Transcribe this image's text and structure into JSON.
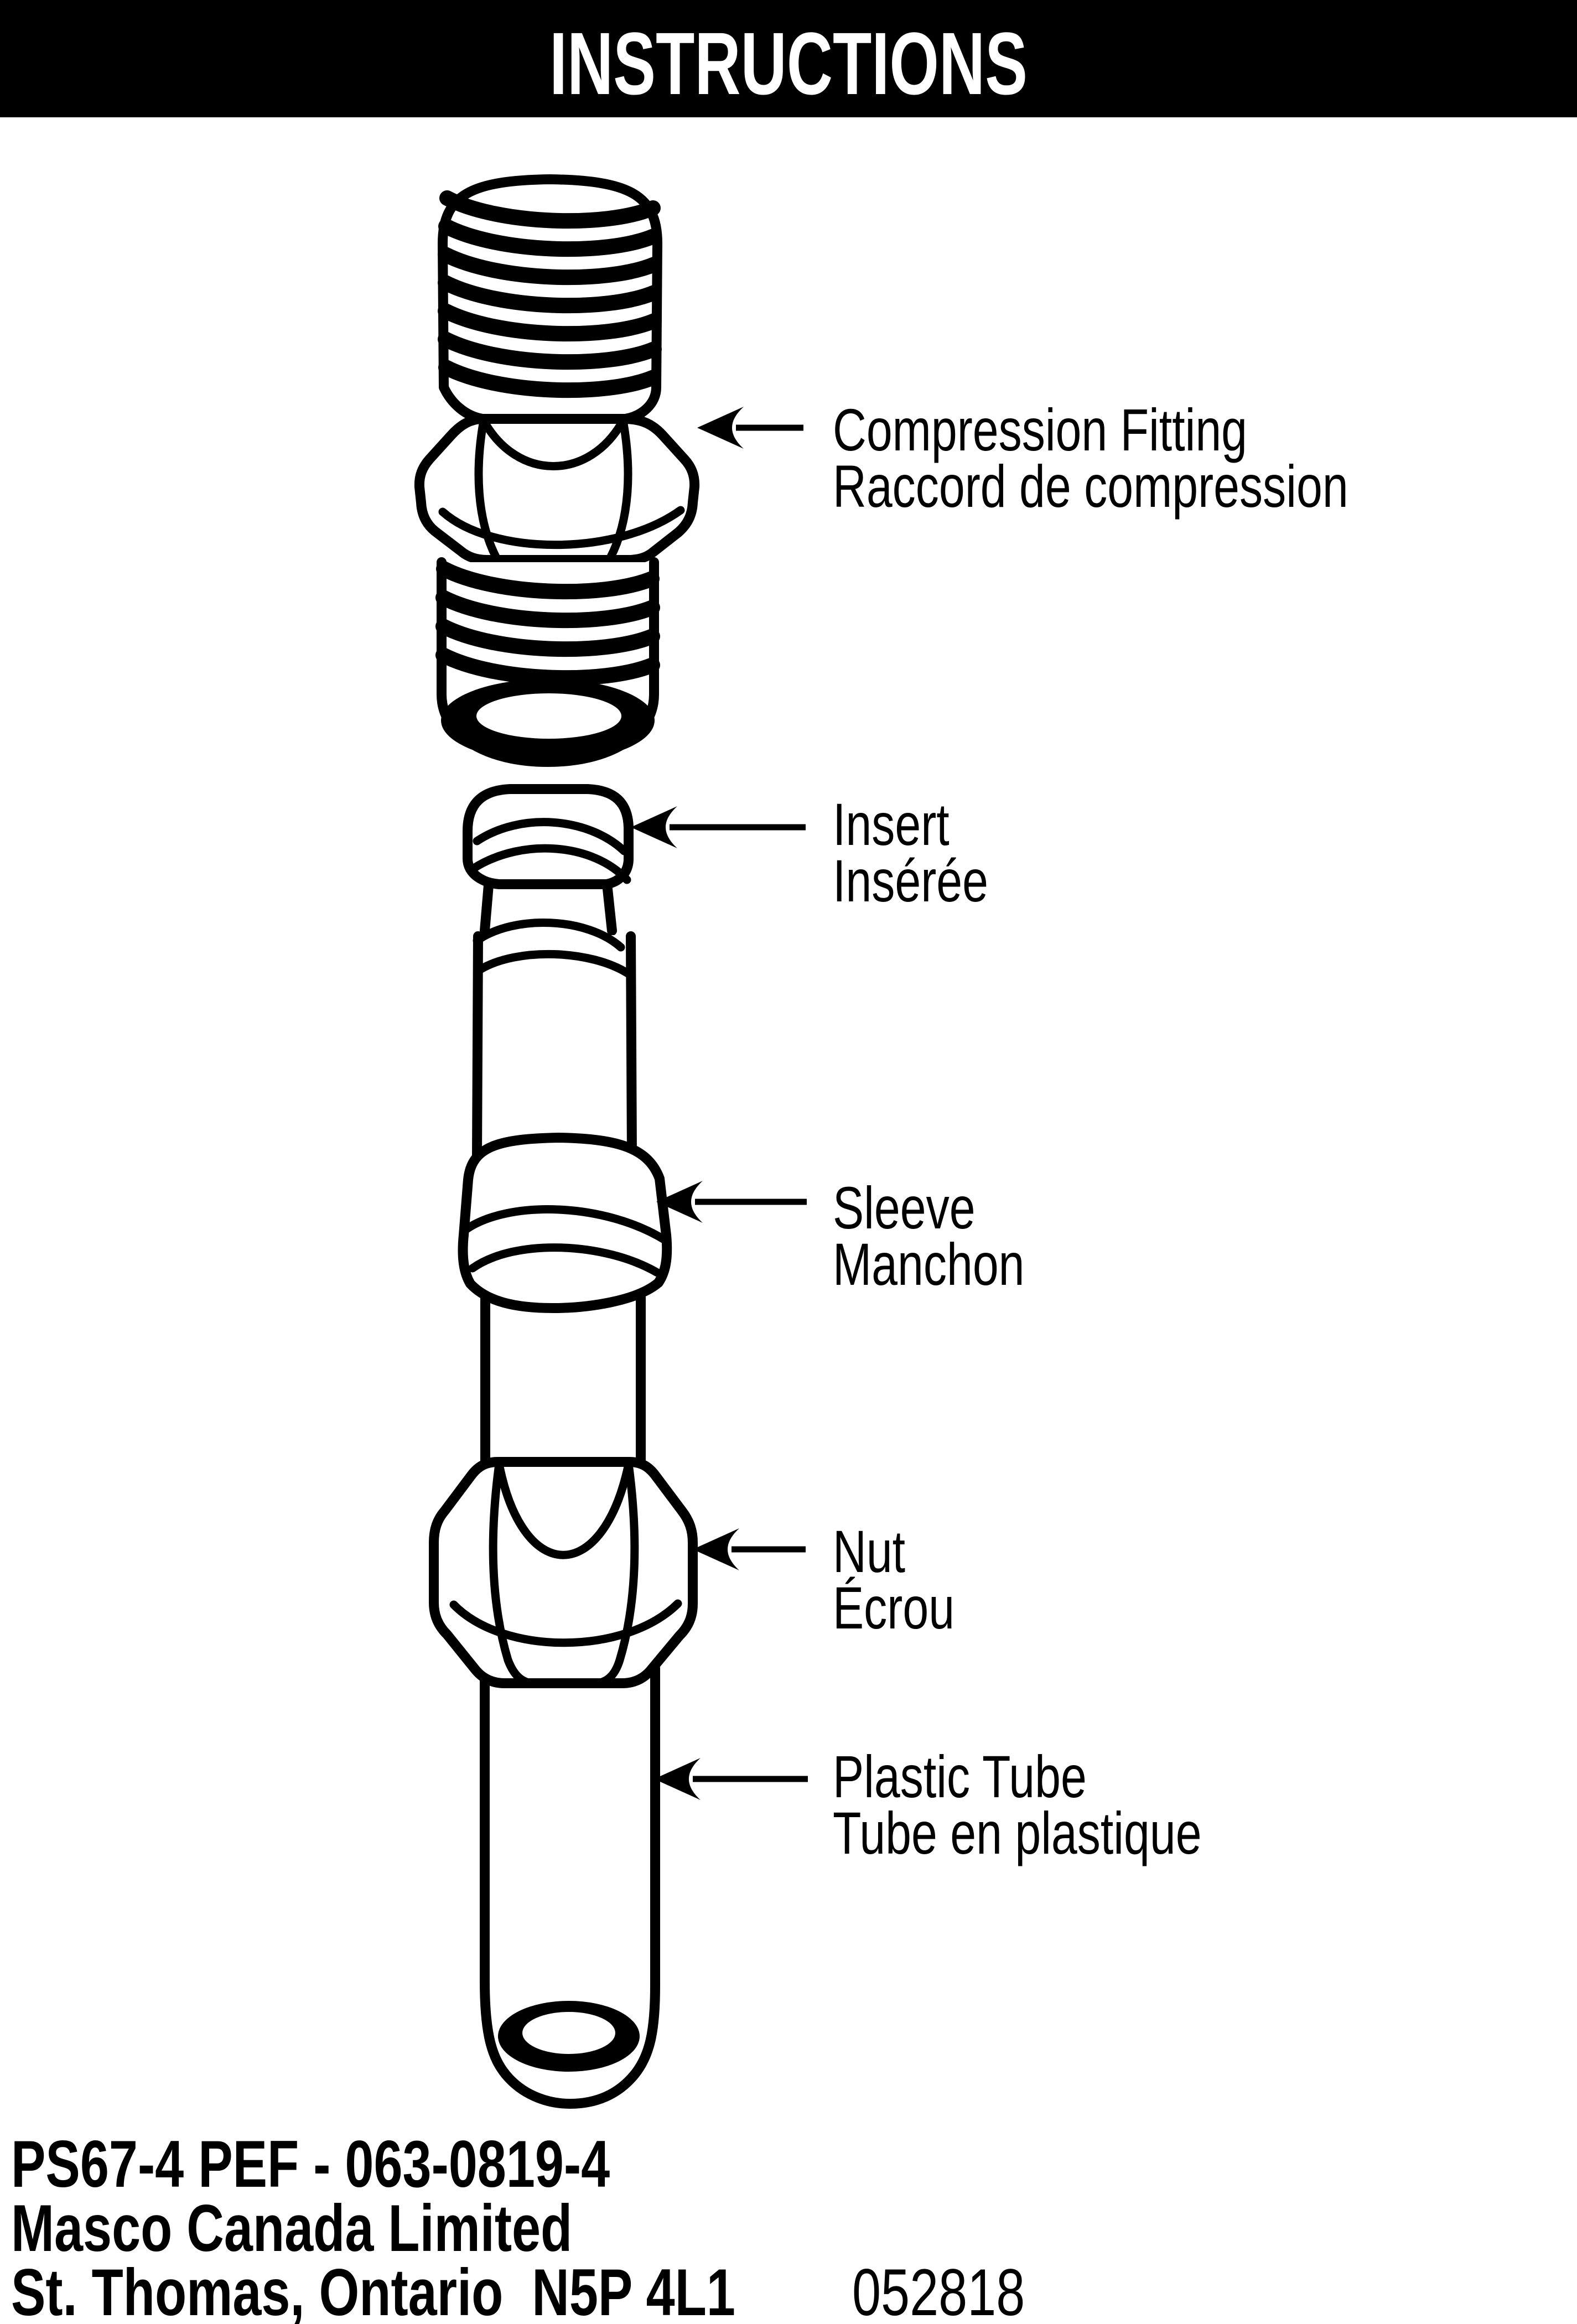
{
  "title": "INSTRUCTIONS",
  "colors": {
    "ink": "#000000",
    "paper": "#ffffff",
    "title_bar": "#000000",
    "title_text": "#ffffff"
  },
  "diagram": {
    "parts": [
      {
        "id": "compression-fitting",
        "label_en": "Compression Fitting",
        "label_fr": "Raccord de compression"
      },
      {
        "id": "insert",
        "label_en": "Insert",
        "label_fr": "Insérée"
      },
      {
        "id": "sleeve",
        "label_en": "Sleeve",
        "label_fr": "Manchon"
      },
      {
        "id": "nut",
        "label_en": "Nut",
        "label_fr": "Écrou"
      },
      {
        "id": "plastic-tube",
        "label_en": "Plastic Tube",
        "label_fr": "Tube en plastique"
      }
    ]
  },
  "footer": {
    "model": "PS67-4 PEF - 063-0819-4",
    "company": "Masco Canada Limited",
    "address": "St. Thomas, Ontario  N5P 4L1",
    "code": "052818"
  }
}
